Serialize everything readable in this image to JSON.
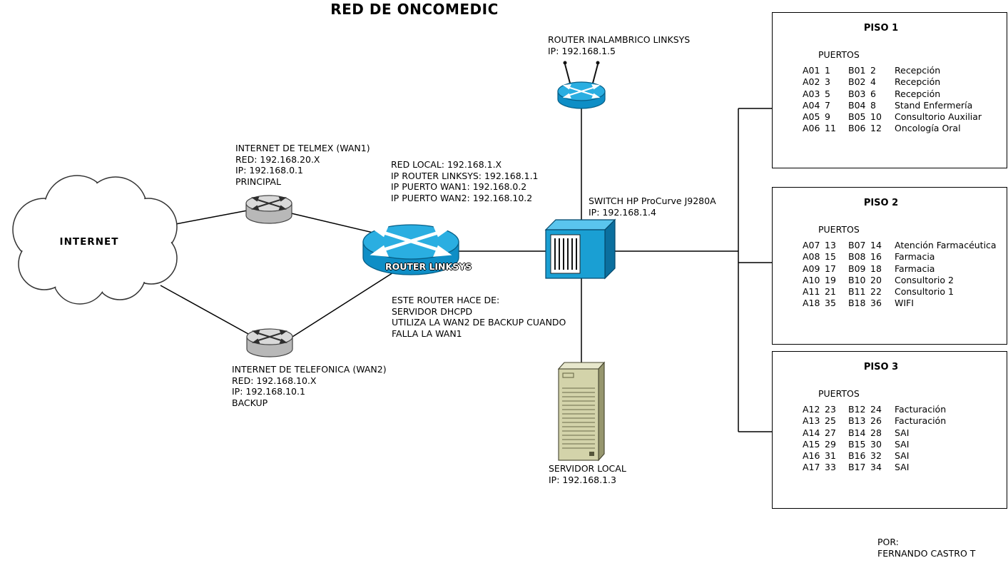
{
  "title": "RED DE ONCOMEDIC",
  "cloud": {
    "label": "INTERNET"
  },
  "colors": {
    "node_blue": "#1a9fd3",
    "node_blue_light": "#5ac5ee",
    "node_blue_dark": "#0b6f9e",
    "router_gray": "#d9d9d9",
    "server_tan": "#d3d3aa",
    "line_black": "#000000"
  },
  "nodes": {
    "wireless_router": {
      "label_lines": [
        "ROUTER INALAMBRICO LINKSYS",
        "IP: 192.168.1.5"
      ]
    },
    "linksys_router": {
      "label": "ROUTER LINKSYS"
    },
    "switch": {
      "label_lines": [
        "SWITCH HP ProCurve J9280A",
        "IP: 192.168.1.4"
      ]
    },
    "server": {
      "label_lines": [
        "SERVIDOR LOCAL",
        "IP: 192.168.1.3"
      ]
    }
  },
  "notes": {
    "wan1": [
      "INTERNET DE TELMEX (WAN1)",
      "RED: 192.168.20.X",
      "IP: 192.168.0.1",
      "PRINCIPAL"
    ],
    "local_net": [
      "RED LOCAL: 192.168.1.X",
      "IP ROUTER LINKSYS: 192.168.1.1",
      "IP PUERTO WAN1: 192.168.0.2",
      "IP PUERTO WAN2: 192.168.10.2"
    ],
    "dhcp": [
      "ESTE ROUTER HACE DE:",
      "SERVIDOR DHCPD",
      "UTILIZA LA WAN2 DE BACKUP CUANDO",
      "FALLA LA WAN1"
    ],
    "wan2": [
      "INTERNET DE TELEFONICA (WAN2)",
      "RED: 192.168.10.X",
      "IP: 192.168.10.1",
      "BACKUP"
    ],
    "credit": [
      "POR:",
      "FERNANDO CASTRO T"
    ]
  },
  "pisos": [
    {
      "title": "PISO 1",
      "subtitle": "PUERTOS",
      "rows": [
        [
          "A01",
          "1",
          "B01",
          "2",
          "Recepción"
        ],
        [
          "A02",
          "3",
          "B02",
          "4",
          "Recepción"
        ],
        [
          "A03",
          "5",
          "B03",
          "6",
          "Recepción"
        ],
        [
          "A04",
          "7",
          "B04",
          "8",
          "Stand Enfermería"
        ],
        [
          "A05",
          "9",
          "B05",
          "10",
          "Consultorio Auxiliar"
        ],
        [
          "A06",
          "11",
          "B06",
          "12",
          "Oncología Oral"
        ]
      ]
    },
    {
      "title": "PISO 2",
      "subtitle": "PUERTOS",
      "rows": [
        [
          "A07",
          "13",
          "B07",
          "14",
          "Atención Farmacéutica"
        ],
        [
          "A08",
          "15",
          "B08",
          "16",
          "Farmacia"
        ],
        [
          "A09",
          "17",
          "B09",
          "18",
          "Farmacia"
        ],
        [
          "A10",
          "19",
          "B10",
          "20",
          "Consultorio 2"
        ],
        [
          "A11",
          "21",
          "B11",
          "22",
          "Consultorio 1"
        ],
        [
          "A18",
          "35",
          "B18",
          "36",
          "WIFI"
        ]
      ]
    },
    {
      "title": "PISO 3",
      "subtitle": "PUERTOS",
      "rows": [
        [
          "A12",
          "23",
          "B12",
          "24",
          "Facturación"
        ],
        [
          "A13",
          "25",
          "B13",
          "26",
          "Facturación"
        ],
        [
          "A14",
          "27",
          "B14",
          "28",
          "SAI"
        ],
        [
          "A15",
          "29",
          "B15",
          "30",
          "SAI"
        ],
        [
          "A16",
          "31",
          "B16",
          "32",
          "SAI"
        ],
        [
          "A17",
          "33",
          "B17",
          "34",
          "SAI"
        ]
      ]
    }
  ]
}
